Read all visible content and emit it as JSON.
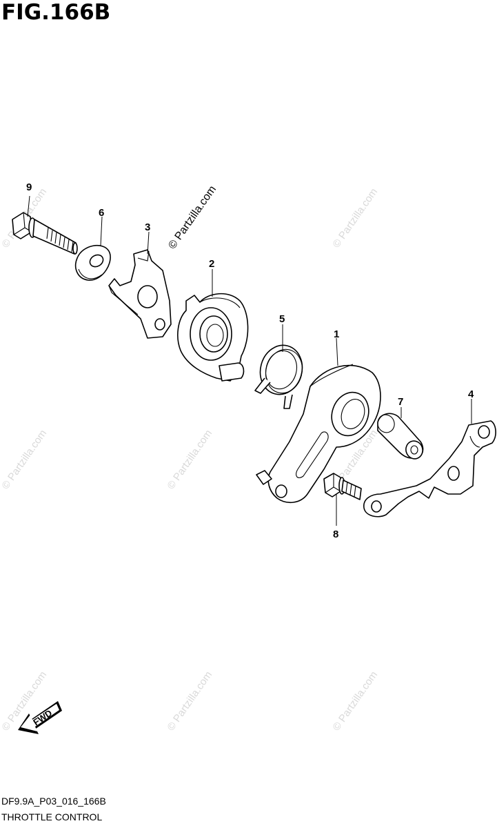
{
  "figure": {
    "title": "FIG.166B",
    "code": "DF9.9A_P03_016_166B",
    "caption": "THROTTLE CONTROL"
  },
  "watermark": {
    "main": "© Partzilla.com",
    "faint": "© Partzilla.com"
  },
  "arrow": {
    "label": "FWD"
  },
  "parts": [
    {
      "number": "1"
    },
    {
      "number": "2"
    },
    {
      "number": "3"
    },
    {
      "number": "4"
    },
    {
      "number": "5"
    },
    {
      "number": "6"
    },
    {
      "number": "7"
    },
    {
      "number": "8"
    },
    {
      "number": "9"
    }
  ]
}
